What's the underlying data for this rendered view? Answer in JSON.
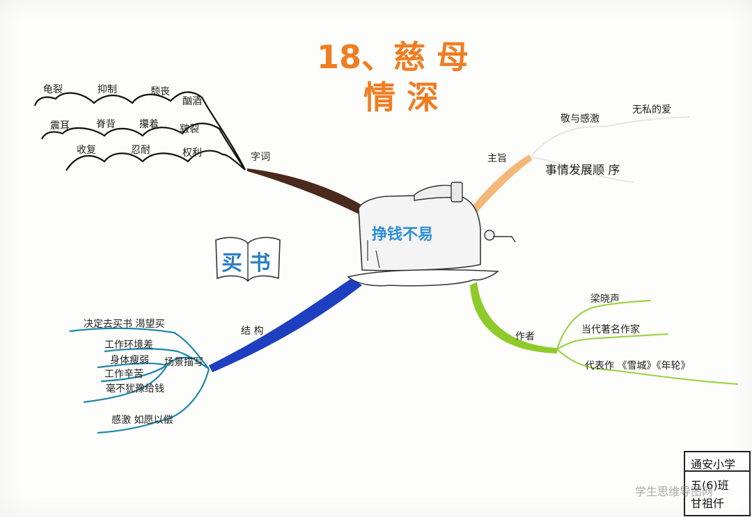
{
  "title": {
    "line1": "18、慈 母",
    "line2": "情 深"
  },
  "center": {
    "label": "挣钱不易"
  },
  "book": {
    "label": "买 书"
  },
  "branches": {
    "vocab": {
      "label": "字词",
      "row1": [
        "龟裂",
        "抑制",
        "颓丧",
        "酗酒"
      ],
      "row2": [
        "震耳",
        "脊背",
        "攥着",
        "皲裂"
      ],
      "row3": [
        "收复",
        "忍耐",
        "权利"
      ]
    },
    "theme": {
      "label": "主旨",
      "items": [
        "敬与感激",
        "无私的爱",
        "事情发展顺 序"
      ]
    },
    "structure": {
      "label": "结 构",
      "sub_label": "场景描写",
      "items": [
        "决定去买书 渴望买",
        "工作环境差",
        "身体瘦弱",
        "工作辛苦",
        "毫不犹豫给钱",
        "感激  如愿以偿"
      ]
    },
    "author": {
      "label": "作者",
      "items": [
        "梁晓声",
        "当代著名作家",
        "代表作  《雪城》《年轮》"
      ]
    }
  },
  "stamp": {
    "school": "通安小学",
    "class": "五(6)班",
    "name": "甘祖仟"
  },
  "watermark": "学生思维导图网",
  "colors": {
    "title": "#ef7d22",
    "vocab": "#4a2a1c",
    "theme": "#f3b878",
    "structure": "#1e3fbf",
    "author": "#8ecb2a",
    "book": "#2a7fc2"
  }
}
